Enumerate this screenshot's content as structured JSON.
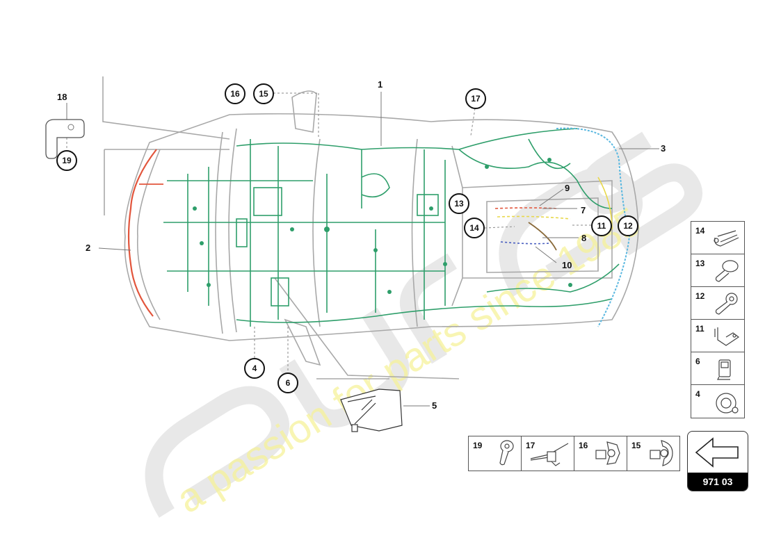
{
  "diagram": {
    "type": "parts-exploded-view",
    "subject": "vehicle wiring harness overview (top view)",
    "colors": {
      "harness_main": "#2e9e6a",
      "harness_front": "#e2553c",
      "harness_rear": "#5bb8e0",
      "harness_engine_yellow": "#e8d84a",
      "harness_engine_blue": "#4a5fc0",
      "outline": "#999999",
      "watermark_text": "#f5f08a"
    },
    "callouts": [
      {
        "id": "1",
        "style": "plain"
      },
      {
        "id": "2",
        "style": "plain"
      },
      {
        "id": "3",
        "style": "plain"
      },
      {
        "id": "4",
        "style": "circle"
      },
      {
        "id": "5",
        "style": "plain"
      },
      {
        "id": "6",
        "style": "circle"
      },
      {
        "id": "7",
        "style": "plain"
      },
      {
        "id": "8",
        "style": "plain"
      },
      {
        "id": "9",
        "style": "plain"
      },
      {
        "id": "10",
        "style": "plain"
      },
      {
        "id": "11",
        "style": "circle"
      },
      {
        "id": "12",
        "style": "circle"
      },
      {
        "id": "13",
        "style": "circle"
      },
      {
        "id": "14",
        "style": "circle"
      },
      {
        "id": "15",
        "style": "circle"
      },
      {
        "id": "16",
        "style": "circle"
      },
      {
        "id": "17",
        "style": "circle"
      },
      {
        "id": "18",
        "style": "plain"
      },
      {
        "id": "19",
        "style": "circle"
      }
    ],
    "labels": {
      "l1": "1",
      "l2": "2",
      "l3": "3",
      "l4": "4",
      "l5": "5",
      "l6": "6",
      "l7": "7",
      "l8": "8",
      "l9": "9",
      "l10": "10",
      "l11": "11",
      "l12": "12",
      "l13": "13",
      "l14": "14",
      "l15": "15",
      "l16": "16",
      "l17": "17",
      "l18": "18",
      "l19": "19"
    }
  },
  "parts_legend_vertical": [
    {
      "num": "14",
      "icon": "harness-clip-icon"
    },
    {
      "num": "13",
      "icon": "flange-screw-icon"
    },
    {
      "num": "12",
      "icon": "torx-bolt-icon"
    },
    {
      "num": "11",
      "icon": "bracket-clip-icon"
    },
    {
      "num": "6",
      "icon": "connector-housing-icon"
    },
    {
      "num": "4",
      "icon": "grommet-nut-icon"
    }
  ],
  "parts_legend_horizontal": [
    {
      "num": "19",
      "icon": "torx-bolt-icon"
    },
    {
      "num": "17",
      "icon": "cable-tie-icon"
    },
    {
      "num": "16",
      "icon": "rotary-clip-icon"
    },
    {
      "num": "15",
      "icon": "rotary-clip-icon"
    }
  ],
  "navigation": {
    "arrow": "left-arrow-icon",
    "code": "971 03"
  },
  "watermark": {
    "brand": "eurospares",
    "tagline": "a passion for parts since 1985"
  }
}
